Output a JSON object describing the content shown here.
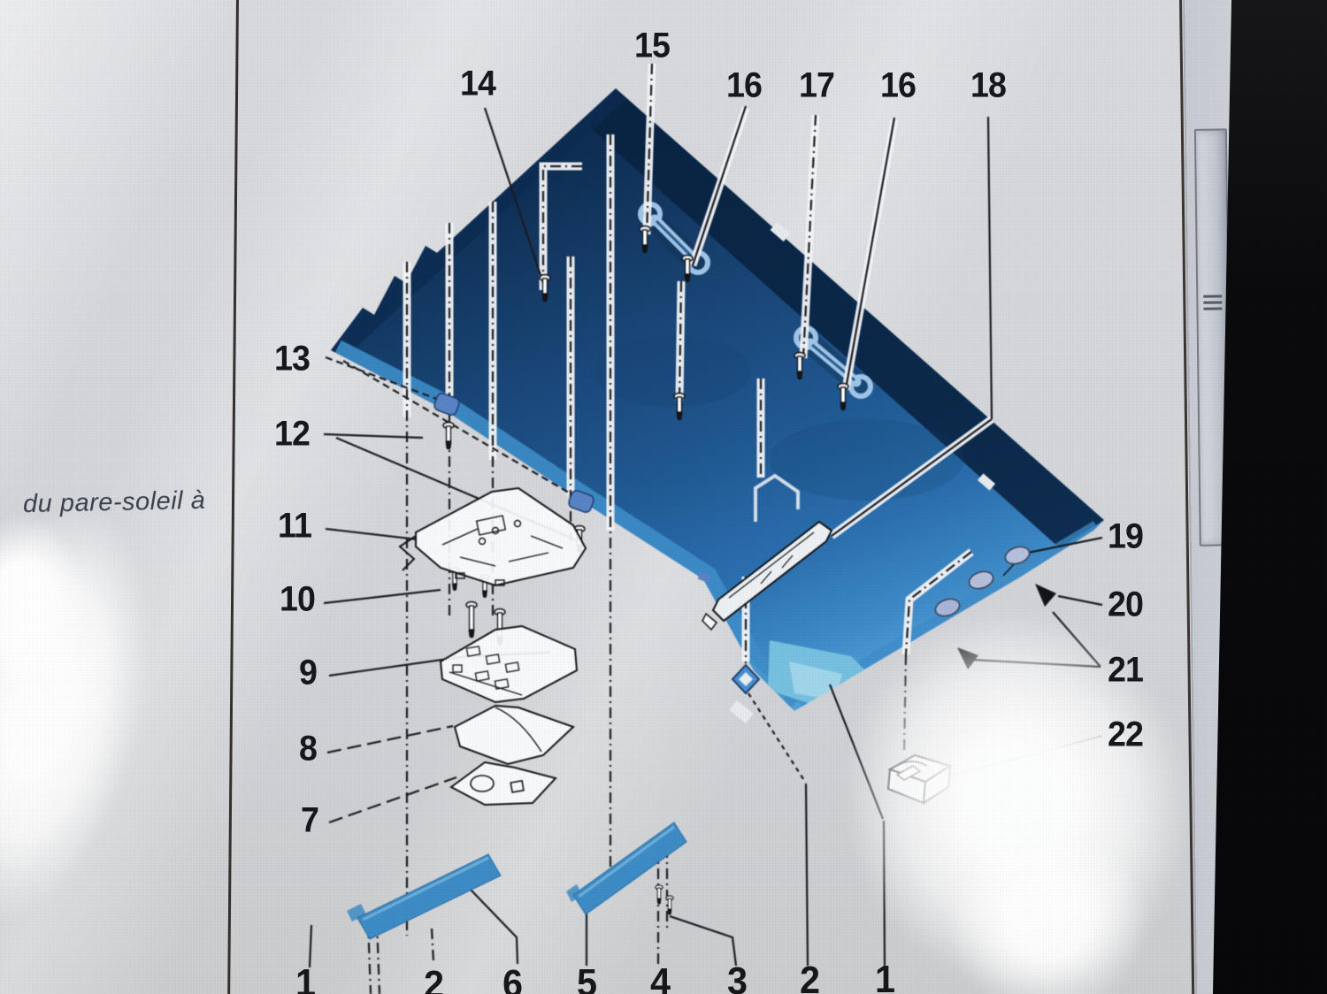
{
  "figure": {
    "kind": "exploded-parts-diagram",
    "subject": "vehicle headliner / roof trim",
    "caption_fragment": "du pare-soleil à",
    "callouts": {
      "top": [
        "14",
        "15",
        "16",
        "17",
        "16",
        "18"
      ],
      "left": [
        "13",
        "12",
        "11",
        "10",
        "9",
        "8",
        "7"
      ],
      "right": [
        "19",
        "20",
        "21",
        "22"
      ],
      "bottom": [
        "1",
        "2",
        "6",
        "5",
        "4",
        "3",
        "2",
        "1"
      ]
    }
  },
  "colors": {
    "headliner_dark": "#0a2443",
    "headliner_mid": "#215a94",
    "headliner_light": "#55a3d8",
    "trim_strip_blue": "#3e8cc6",
    "clip_blue": "#5b84c6",
    "oval_clip": "#b6bfdc",
    "cyan_patch": "#76c0e0",
    "line_ink": "#1b1d22",
    "page_gray": "#d3d5d9",
    "bezel_black": "#0b0b0d"
  }
}
